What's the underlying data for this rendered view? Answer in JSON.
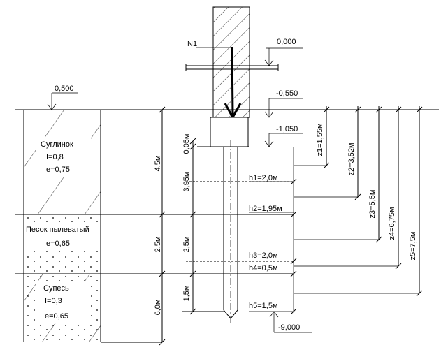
{
  "elevations": {
    "ground": "0,500",
    "floor": "0,000",
    "grillage_top": "-0,550",
    "grillage_bottom": "-1,050",
    "pile_tip": "-9,000"
  },
  "load_label": "N1",
  "layers": [
    {
      "name": "Суглинок",
      "params": [
        "I=0,8",
        "e=0,75"
      ],
      "thickness": "4,5м"
    },
    {
      "name": "Песок пылеватый",
      "params": [
        "e=0,65"
      ],
      "thickness": "2,5м"
    },
    {
      "name": "Супесь",
      "params": [
        "I=0,3",
        "e=0,65"
      ],
      "thickness": "6,0м"
    }
  ],
  "pile_segments": [
    "0,05м",
    "3,95м",
    "2,5м",
    "1,5м"
  ],
  "h_labels": [
    "h1=2,0м",
    "h2=1,95м",
    "h3=2,0м",
    "h4=0,5м",
    "h5=1,5м"
  ],
  "z_labels": [
    "z1=1,55м",
    "z2=3,52м",
    "z3=5,5м",
    "z4=6,75м",
    "z5=7,5м"
  ]
}
